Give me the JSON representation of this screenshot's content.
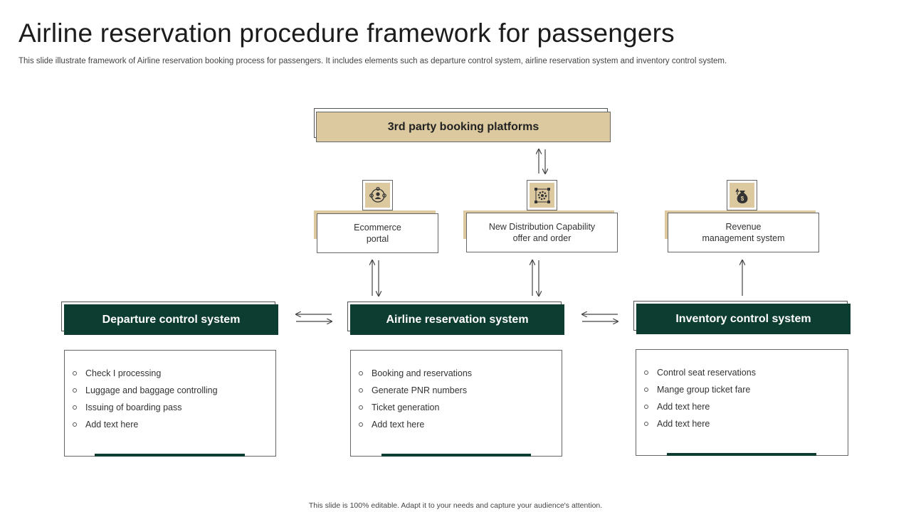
{
  "header": {
    "title": "Airline reservation procedure framework for passengers",
    "subtitle": "This slide illustrate framework of Airline reservation booking process for passengers. It includes elements such as departure control system, airline reservation system and inventory control system."
  },
  "top": {
    "label": "3rd party booking platforms"
  },
  "middle": {
    "ecommerce": {
      "line1": "Ecommerce",
      "line2": "portal",
      "icon": "users-network-icon"
    },
    "ndc": {
      "line1": "New Distribution Capability",
      "line2": "offer  and order",
      "icon": "gear-network-icon"
    },
    "revenue": {
      "line1": "Revenue",
      "line2": "management  system",
      "icon": "money-bag-icon"
    }
  },
  "systems": [
    {
      "title": "Departure control system",
      "items": [
        "Check I processing",
        "Luggage  and  baggage  controlling",
        "Issuing  of boarding  pass",
        "Add text here"
      ]
    },
    {
      "title": "Airline reservation system",
      "items": [
        "Booking  and reservations",
        "Generate  PNR  numbers",
        "Ticket  generation",
        "Add text here"
      ]
    },
    {
      "title": "Inventory control system",
      "items": [
        "Control  seat reservations",
        "Mange  group  ticket fare",
        "Add text here",
        "Add text here"
      ]
    }
  ],
  "footer": "This slide is 100% editable.  Adapt it to your needs and capture your audience's attention.",
  "colors": {
    "accent_tan": "#dcc9a0",
    "dark_green": "#0d3d30"
  }
}
